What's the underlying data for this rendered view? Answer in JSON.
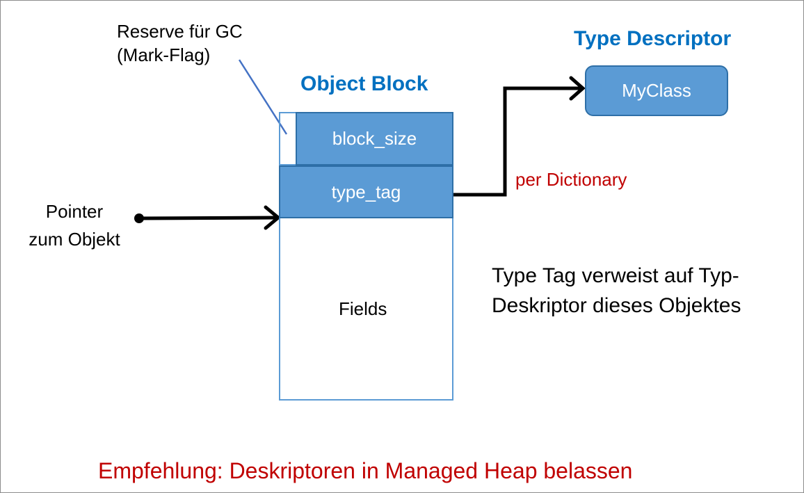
{
  "labels": {
    "reserve_line1": "Reserve für GC",
    "reserve_line2": "(Mark-Flag)",
    "object_block_title": "Object Block",
    "type_descriptor_title": "Type Descriptor",
    "pointer_line1": "Pointer",
    "pointer_line2": "zum Objekt",
    "per_dictionary": "per Dictionary",
    "explanation_line1": "Type Tag verweist auf Typ-",
    "explanation_line2": "Deskriptor dieses Objektes",
    "recommendation": "Empfehlung: Deskriptoren in Managed Heap belassen"
  },
  "object_block": {
    "header_field": "block_size",
    "tag_field": "type_tag",
    "body_field": "Fields"
  },
  "type_descriptor": {
    "class_name": "MyClass"
  },
  "colors": {
    "title_blue": "#0070c0",
    "box_fill": "#5b9bd5",
    "box_border": "#2e6fa7",
    "accent_red": "#c00000",
    "callout_line": "#4472c4"
  }
}
